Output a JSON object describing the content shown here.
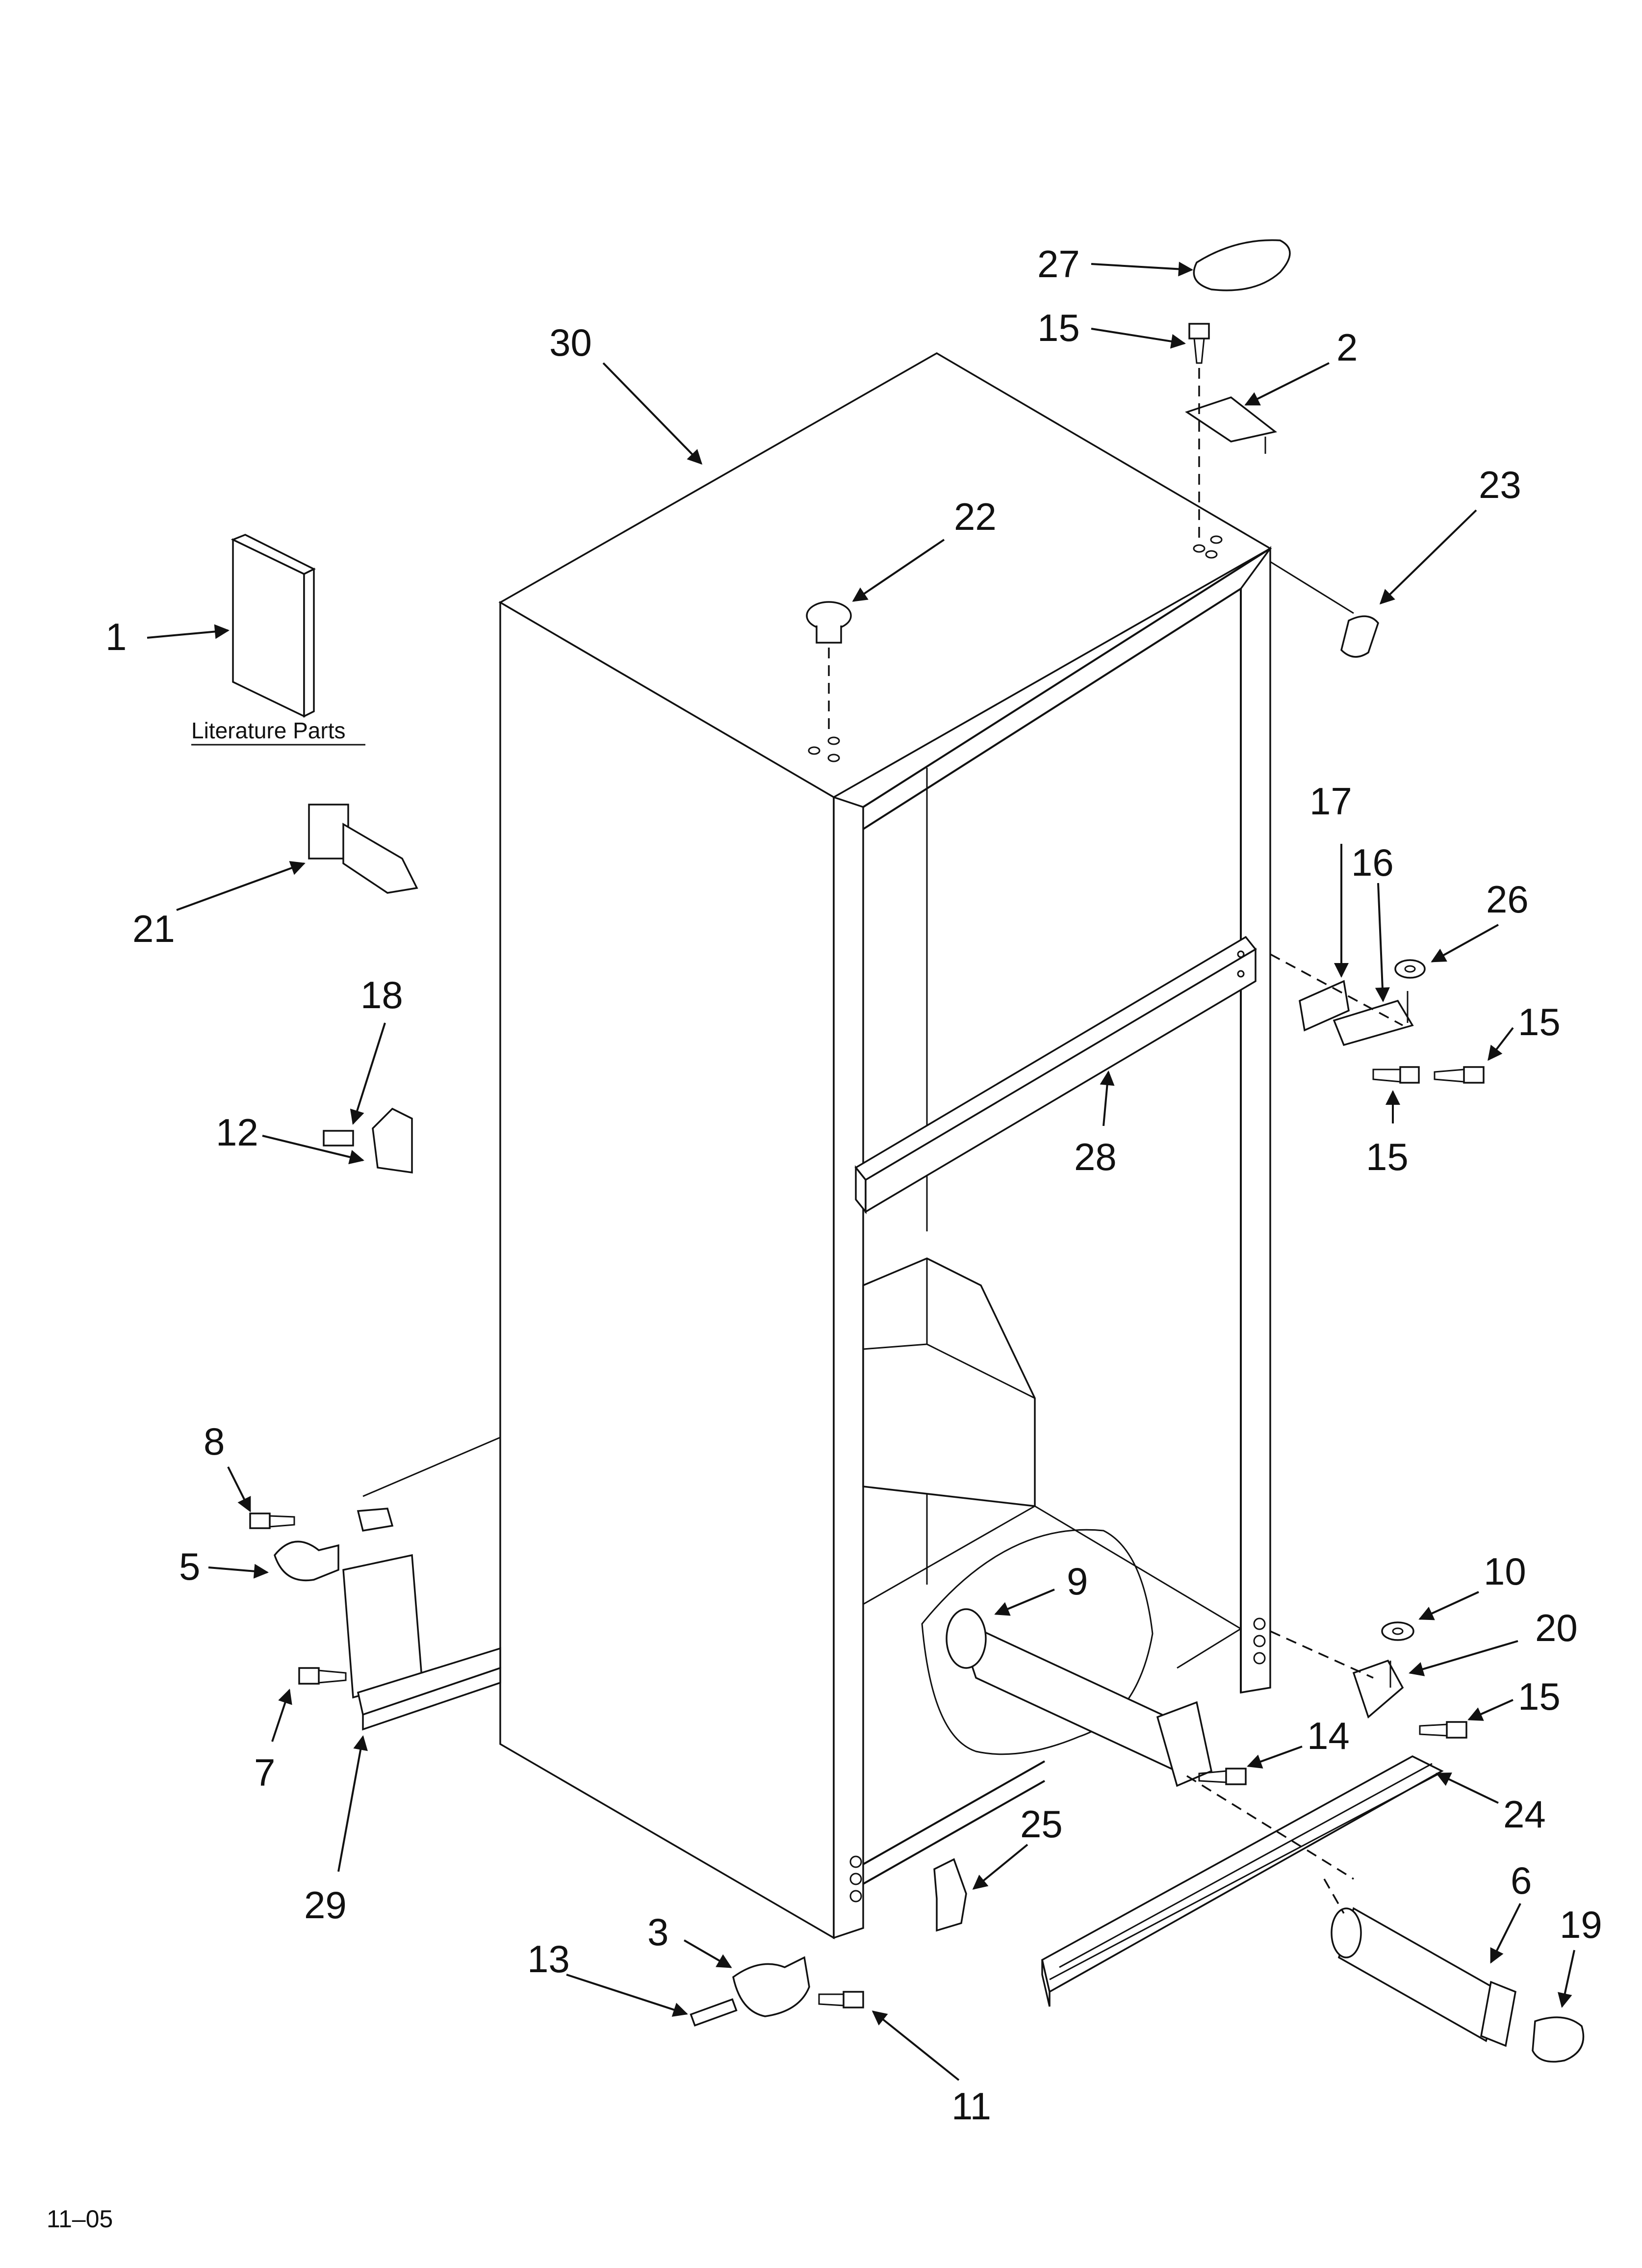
{
  "diagram": {
    "literature_label": "Literature Parts",
    "date_code": "11–05",
    "callouts": {
      "c1": "1",
      "c2": "2",
      "c3": "3",
      "c5": "5",
      "c6": "6",
      "c7": "7",
      "c8": "8",
      "c9": "9",
      "c10": "10",
      "c11": "11",
      "c12": "12",
      "c13": "13",
      "c14": "14",
      "c15a": "15",
      "c15b": "15",
      "c15c": "15",
      "c15d": "15",
      "c16": "16",
      "c17": "17",
      "c18": "18",
      "c19": "19",
      "c20": "20",
      "c21": "21",
      "c22": "22",
      "c23": "23",
      "c24": "24",
      "c25": "25",
      "c26": "26",
      "c27": "27",
      "c28": "28",
      "c29": "29",
      "c30": "30"
    }
  }
}
